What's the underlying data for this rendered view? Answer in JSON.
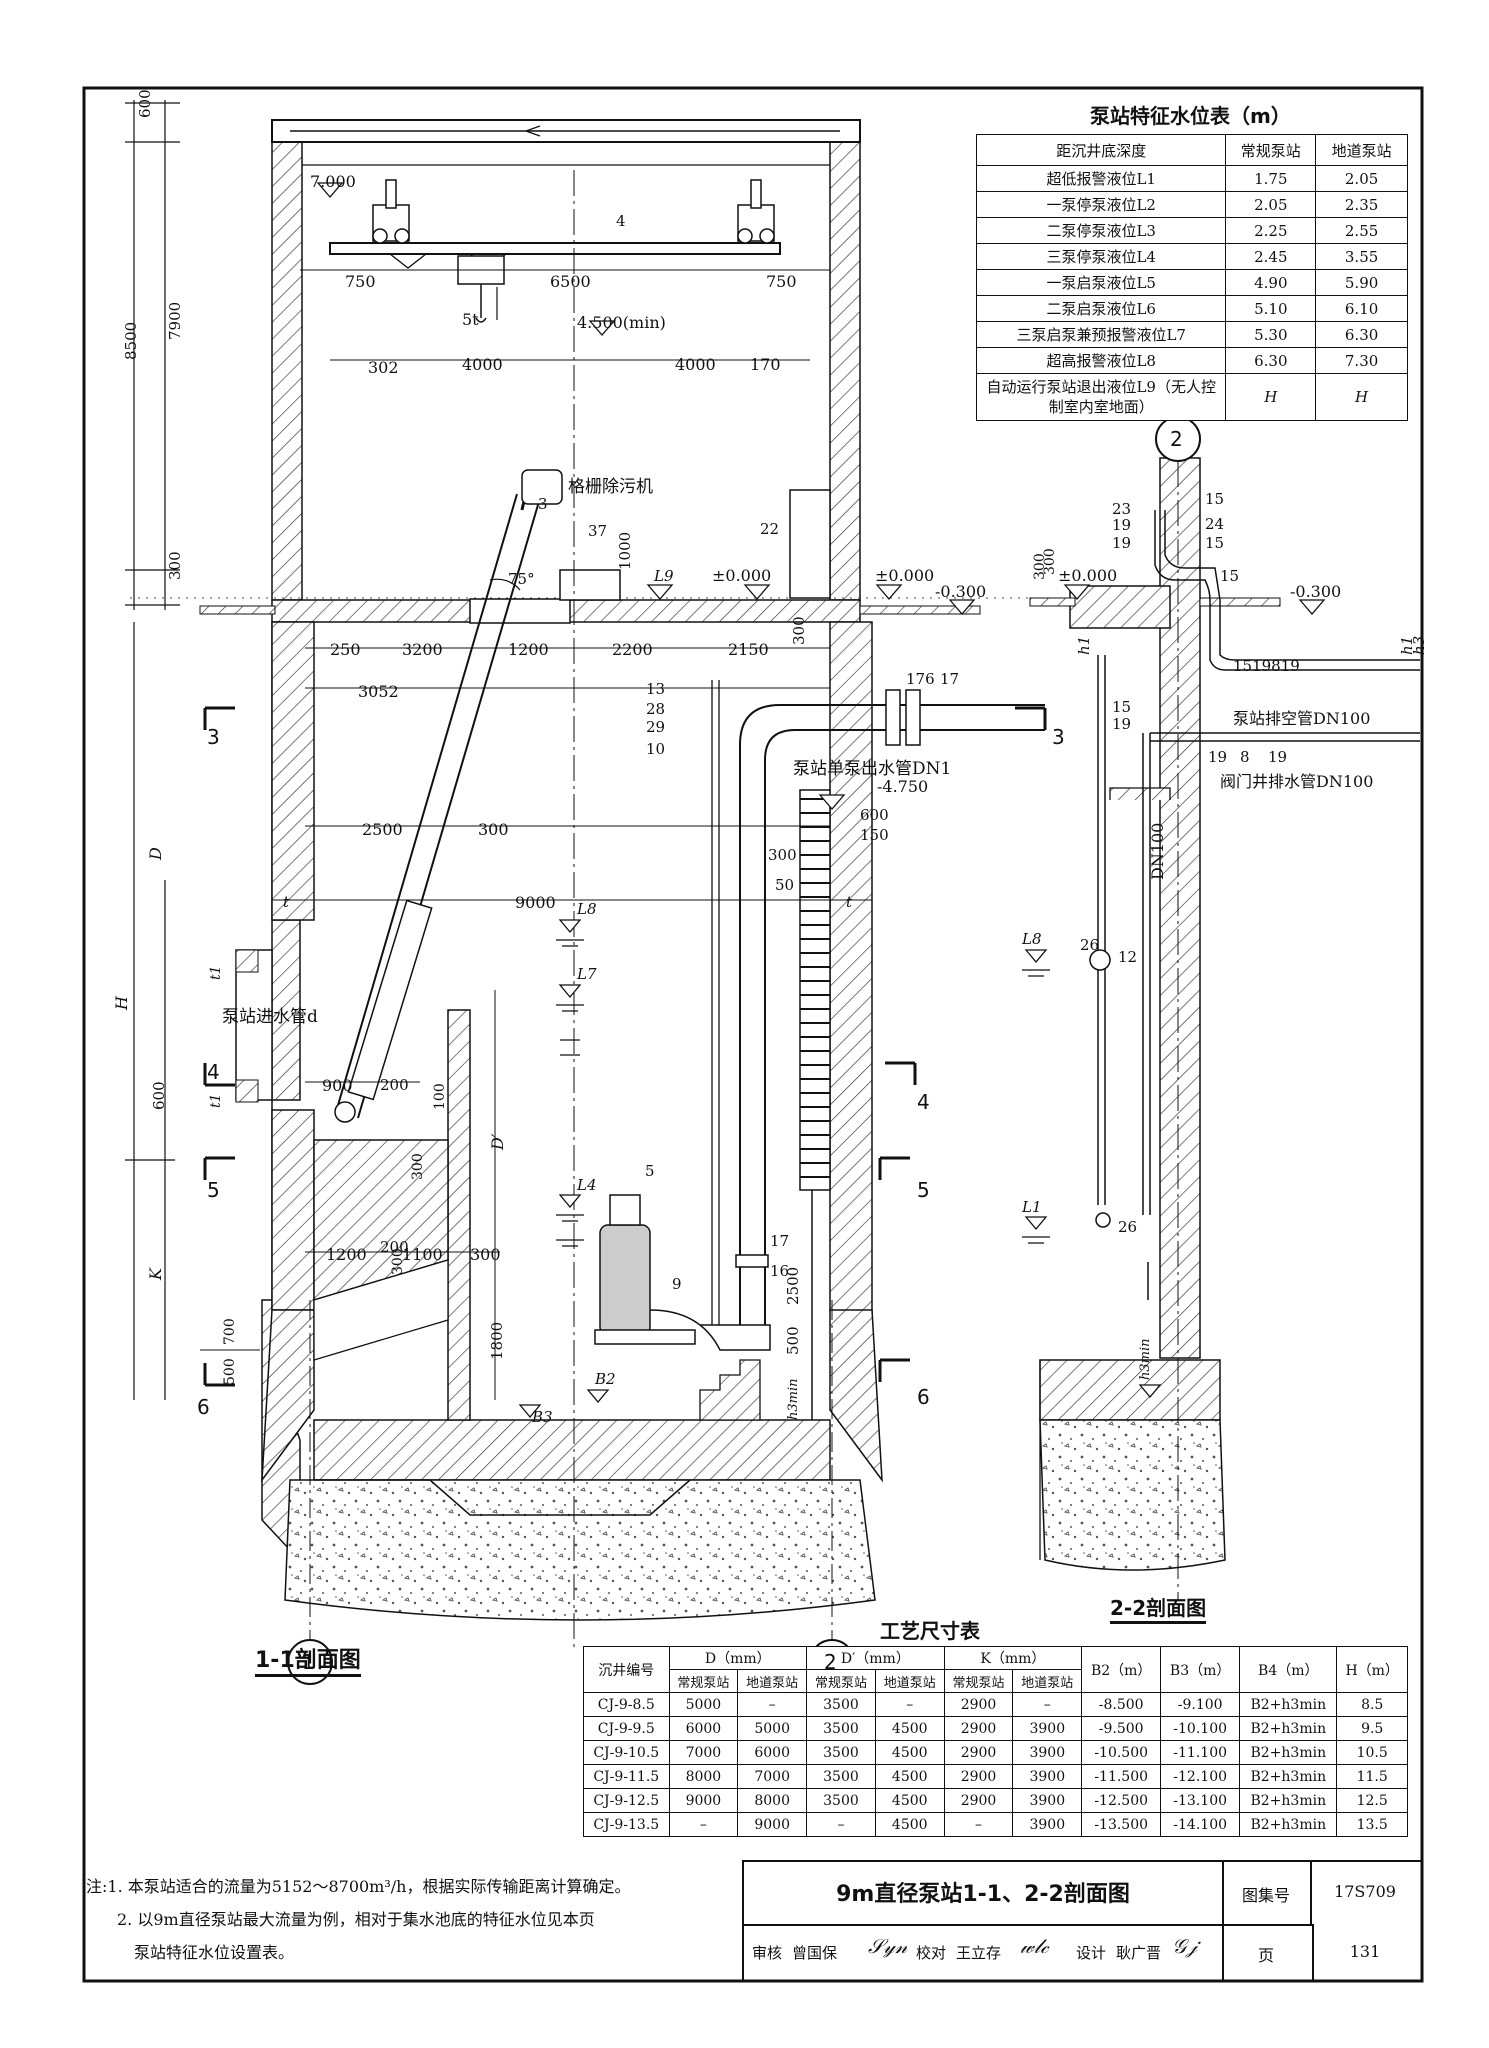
{
  "water_level_table": {
    "title": "泵站特征水位表（m）",
    "headers": [
      "距沉井底深度",
      "常规泵站",
      "地道泵站"
    ],
    "rows": [
      [
        "超低报警液位L1",
        "1.75",
        "2.05"
      ],
      [
        "一泵停泵液位L2",
        "2.05",
        "2.35"
      ],
      [
        "二泵停泵液位L3",
        "2.25",
        "2.55"
      ],
      [
        "三泵停泵液位L4",
        "2.45",
        "3.55"
      ],
      [
        "一泵启泵液位L5",
        "4.90",
        "5.90"
      ],
      [
        "二泵启泵液位L6",
        "5.10",
        "6.10"
      ],
      [
        "三泵启泵兼预报警液位L7",
        "5.30",
        "6.30"
      ],
      [
        "超高报警液位L8",
        "6.30",
        "7.30"
      ],
      [
        "自动运行泵站退出液位L9（无人控制室内室地面）",
        "H",
        "H"
      ]
    ]
  },
  "process_table": {
    "title": "工艺尺寸表",
    "header_main": [
      "沉井编号",
      "D（mm）",
      "D′（mm）",
      "K（mm）",
      "B2（m）",
      "B3（m）",
      "B4（m）",
      "H（m）"
    ],
    "header_sub": [
      "常规泵站",
      "地道泵站",
      "常规泵站",
      "地道泵站",
      "常规泵站",
      "地道泵站"
    ],
    "rows": [
      [
        "CJ-9-8.5",
        "5000",
        "–",
        "3500",
        "–",
        "2900",
        "–",
        "-8.500",
        "-9.100",
        "B2+h3min",
        "8.5"
      ],
      [
        "CJ-9-9.5",
        "6000",
        "5000",
        "3500",
        "4500",
        "2900",
        "3900",
        "-9.500",
        "-10.100",
        "B2+h3min",
        "9.5"
      ],
      [
        "CJ-9-10.5",
        "7000",
        "6000",
        "3500",
        "4500",
        "2900",
        "3900",
        "-10.500",
        "-11.100",
        "B2+h3min",
        "10.5"
      ],
      [
        "CJ-9-11.5",
        "8000",
        "7000",
        "3500",
        "4500",
        "2900",
        "3900",
        "-11.500",
        "-12.100",
        "B2+h3min",
        "11.5"
      ],
      [
        "CJ-9-12.5",
        "9000",
        "8000",
        "3500",
        "4500",
        "2900",
        "3900",
        "-12.500",
        "-13.100",
        "B2+h3min",
        "12.5"
      ],
      [
        "CJ-9-13.5",
        "–",
        "9000",
        "–",
        "4500",
        "–",
        "3900",
        "-13.500",
        "-14.100",
        "B2+h3min",
        "13.5"
      ]
    ]
  },
  "section_titles": {
    "s11": "1-1剖面图",
    "s22": "2-2剖面图"
  },
  "labels": {
    "el_7000": "7.000",
    "el_4500": "4.500(min)",
    "el_pm0": "±0.000",
    "el_m0300": "-0.300",
    "el_m4750": "-4.750",
    "el_pm0_b": "±0.000",
    "el_pm0_c": "±0.000",
    "el_m0300_b": "-0.300",
    "grab": "格栅除污机",
    "crane_5t": "5t",
    "angle": "75°",
    "inlet": "泵站进水管d",
    "outlet": "泵站单泵出水管DN1",
    "vent": "泵站排空管DN100",
    "valve_drain": "阀门井排水管DN100",
    "dn100": "DN100",
    "L1": "L1",
    "L4": "L4",
    "L7": "L7",
    "L8": "L8",
    "L8b": "L8",
    "L9": "L9",
    "B2": "B2",
    "B3": "B3",
    "D": "D",
    "Dp": "D′",
    "H": "H",
    "K": "K",
    "h1": "h1",
    "h1b": "h1",
    "h3": "h3",
    "h3min": "h3min",
    "h3minb": "h3min",
    "t1": "t1",
    "t2": "t1",
    "t_a": "t",
    "t_b": "t"
  },
  "dims": {
    "d600": "600",
    "d7900": "7900",
    "d8500": "8500",
    "d300": "300",
    "d750a": "750",
    "d6500": "6500",
    "d750b": "750",
    "d302": "302",
    "d4000a": "4000",
    "d4000b": "4000",
    "d170": "170",
    "d250": "250",
    "d3200": "3200",
    "d1200": "1200",
    "d2200": "2200",
    "d2150": "2150",
    "d300b": "300",
    "d3052": "3052",
    "d2500": "2500",
    "d300c": "300",
    "d9000": "9000",
    "d300d": "300",
    "d600b": "600",
    "d150": "150",
    "d50": "50",
    "d900": "900",
    "d200": "200",
    "d100": "100",
    "d600c": "600",
    "d300e": "300",
    "d1200b": "1200",
    "d200b": "200",
    "d1100": "1100",
    "d300f": "300",
    "d300g": "300",
    "d700": "700",
    "d500": "500",
    "d1800": "1800",
    "d2500b": "2500",
    "d500b": "500",
    "d1000": "1000",
    "d300h": "300",
    "d300i": "300"
  },
  "callouts": {
    "c4": "4",
    "c3": "3",
    "c37": "37",
    "c22": "22",
    "c13": "13",
    "c28": "28",
    "c29": "29",
    "c10": "10",
    "c176": "176",
    "c17a": "17",
    "c17b": "17",
    "c16": "16",
    "c9": "9",
    "c5": "5",
    "c23": "23",
    "c19a": "19",
    "c19b": "19",
    "c15a": "15",
    "c24": "24",
    "c15b": "15",
    "c15c": "15",
    "c151519819": "1519819",
    "c15d": "15",
    "c19c": "19",
    "c19d": "19",
    "c8": "8",
    "c19e": "19",
    "c26a": "26",
    "c26b": "26",
    "c12": "12"
  },
  "section_marks": {
    "m3a": "3",
    "m3b": "3",
    "m4a": "4",
    "m4b": "4",
    "m5a": "5",
    "m5b": "5",
    "m6a": "6",
    "m6b": "6",
    "g1": "1",
    "g2": "2",
    "g2b": "2"
  },
  "notes": [
    "注:1. 本泵站适合的流量为5152～8700m³/h，根据实际传输距离计算确定。",
    "2. 以9m直径泵站最大流量为例，相对于集水池底的特征水位见本页",
    "泵站特征水位设置表。"
  ],
  "title_block": {
    "drawing_title": "9m直径泵站1-1、2-2剖面图",
    "atlas_label": "图集号",
    "atlas_no": "17S709",
    "page_label": "页",
    "page_no": "131",
    "review_label": "审核",
    "reviewer": "曾国保",
    "check_label": "校对",
    "checker": "王立存",
    "design_label": "设计",
    "designer": "耿广晋"
  }
}
